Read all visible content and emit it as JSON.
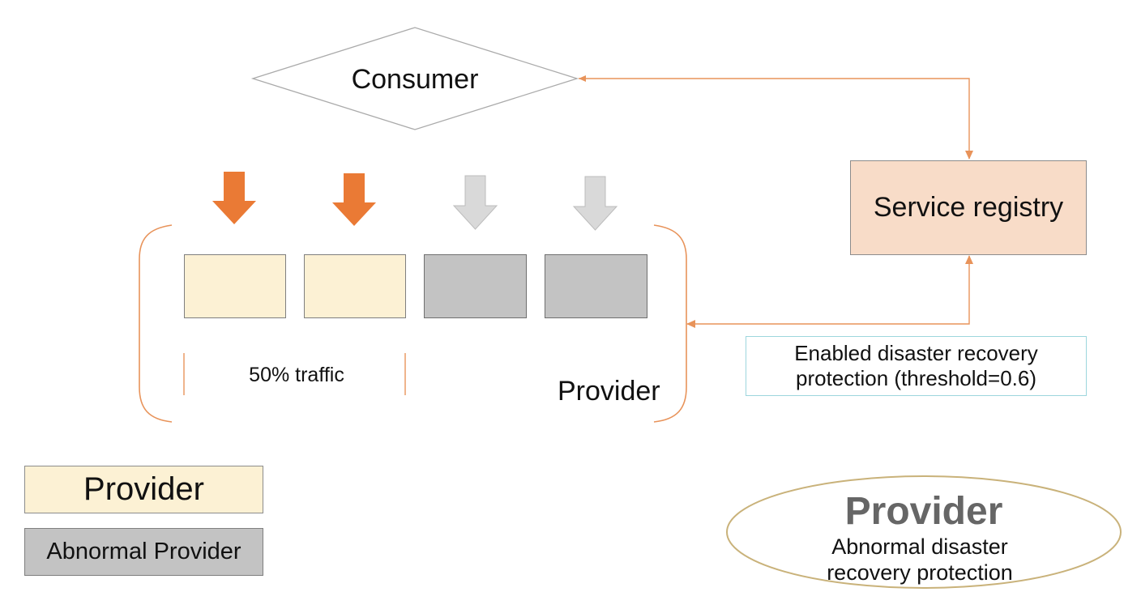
{
  "consumer": {
    "label": "Consumer"
  },
  "registry": {
    "label": "Service registry"
  },
  "protection": {
    "text": "Enabled disaster recovery protection (threshold=0.6)"
  },
  "providers": [
    {
      "status": "healthy"
    },
    {
      "status": "healthy"
    },
    {
      "status": "abnormal"
    },
    {
      "status": "abnormal"
    }
  ],
  "traffic": {
    "label": "50% traffic"
  },
  "group": {
    "label": "Provider"
  },
  "legend": {
    "provider_label": "Provider",
    "abnormal_label": "Abnormal Provider"
  },
  "ellipse": {
    "title": "Provider",
    "subtitle": "Abnormal disaster recovery protection"
  },
  "colors": {
    "line_orange": "#e8935a",
    "arrow_active": "#ea7a35",
    "arrow_inactive": "#d6d6d6",
    "provider_fill": "#fcf1d4",
    "abnormal_fill": "#c3c3c3",
    "registry_fill": "#f8dcc8",
    "protection_border": "#9dd6dd",
    "ellipse_border": "#c9b27a",
    "ellipse_title": "#666666"
  }
}
